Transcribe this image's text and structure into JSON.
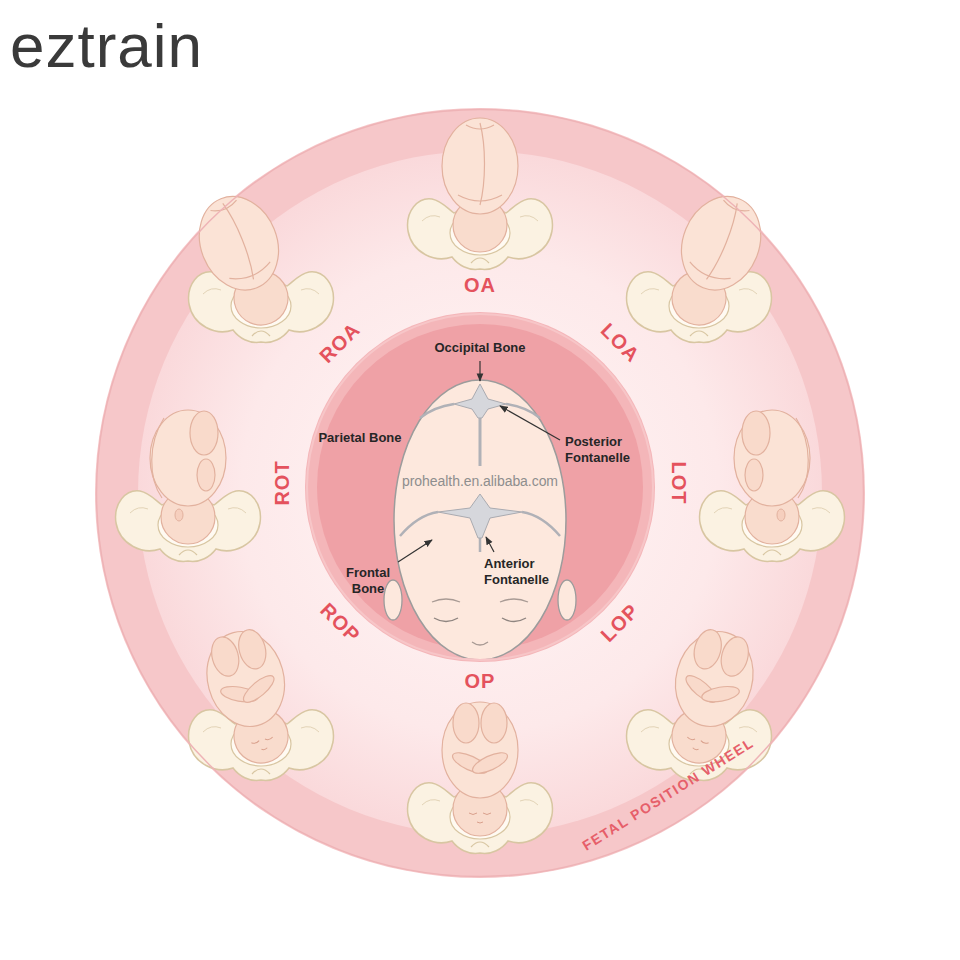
{
  "diagram": {
    "nodes": [
      {
        "text": [
          "FETAL POSITION WHEEL"
        ]
      },
      {
        "text": [
          "Occipital Bone",
          "Parietal Bone",
          "Posterior Fontanelle",
          "Anterior Fontanelle",
          "Frontal Bone"
        ],
        "in": 0
      }
    ],
    "labels": [
      "eztrain",
      "OA",
      "LOA",
      "LOT",
      "LOP",
      "OP",
      "ROP",
      "ROT",
      "ROA",
      "prohealth.en.alibaba.com"
    ]
  }
}
